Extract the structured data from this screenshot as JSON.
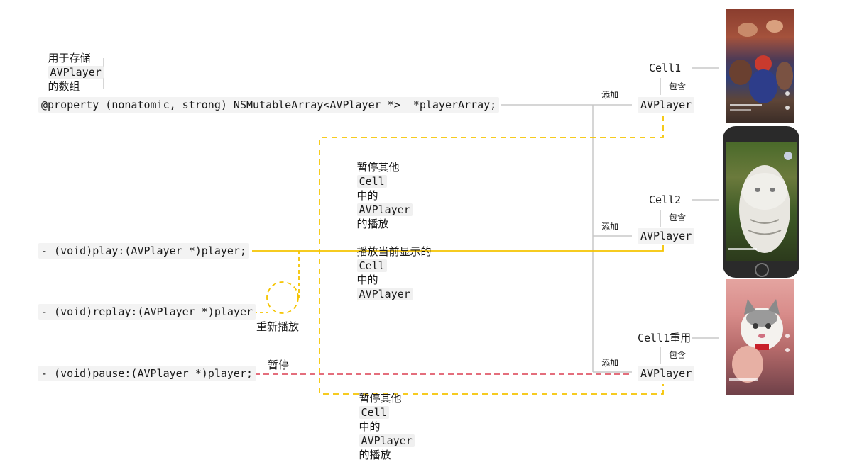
{
  "header_note": {
    "prefix": "用于存储",
    "code": "AVPlayer",
    "suffix": "的数组"
  },
  "code_lines": {
    "property": "@property (nonatomic, strong) NSMutableArray<AVPlayer *>  *playerArray;",
    "play": "- (void)play:(AVPlayer *)player;",
    "replay": "- (void)replay:(AVPlayer *)player",
    "pause": "- (void)pause:(AVPlayer *)player;"
  },
  "notes": {
    "pause_others_top": {
      "a": "暂停其他",
      "b": "Cell",
      "c": "中的",
      "d": "AVPlayer",
      "e": "的播放"
    },
    "play_current": {
      "a": "播放当前显示的",
      "b": "Cell",
      "c": "中的",
      "d": "AVPlayer"
    },
    "pause_others_bottom": {
      "a": "暂停其他",
      "b": "Cell",
      "c": "中的",
      "d": "AVPlayer",
      "e": "的播放"
    },
    "replay_label": "重新播放",
    "pause_label": "暂停"
  },
  "cells": [
    {
      "name": "Cell1",
      "contains": "包含",
      "player": "AVPlayer",
      "add": "添加"
    },
    {
      "name": "Cell2",
      "contains": "包含",
      "player": "AVPlayer",
      "add": "添加"
    },
    {
      "name": "Cell1重用",
      "contains": "包含",
      "player": "AVPlayer",
      "add": "添加"
    }
  ],
  "colors": {
    "gray_line": "#c8c8c8",
    "yellow": "#f5c400",
    "red_dashed": "#e05a6a"
  }
}
